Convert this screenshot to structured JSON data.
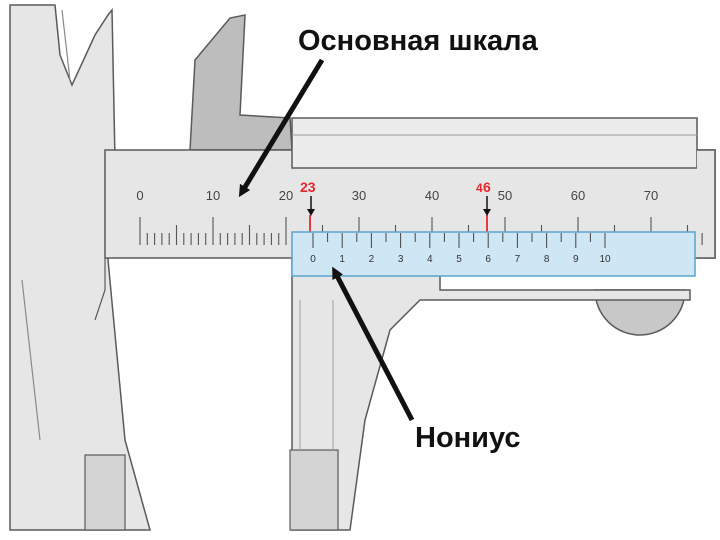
{
  "labels": {
    "main_scale": "Основная шкала",
    "vernier": "Нониус"
  },
  "main_scale": {
    "unit_step_mm": 1,
    "range_mm": [
      0,
      77
    ],
    "labels": [
      "0",
      "10",
      "20",
      "30",
      "40",
      "50",
      "60",
      "70"
    ]
  },
  "vernier_scale": {
    "divisions": 20,
    "labels": [
      "0",
      "1",
      "2",
      "3",
      "4",
      "5",
      "6",
      "7",
      "8",
      "9",
      "10"
    ]
  },
  "reading_markers": {
    "main_mark": "23",
    "vernier_mark": "6",
    "vernier_mark_small": "4"
  },
  "colors": {
    "body": "#e6e6e6",
    "body_stroke": "#5a5a5a",
    "jaw_dark": "#bdbdbd",
    "vernier_fill": "#cfe6f4",
    "vernier_stroke": "#5aa3d0",
    "marker": "#e8262a",
    "arrow": "#111111"
  }
}
